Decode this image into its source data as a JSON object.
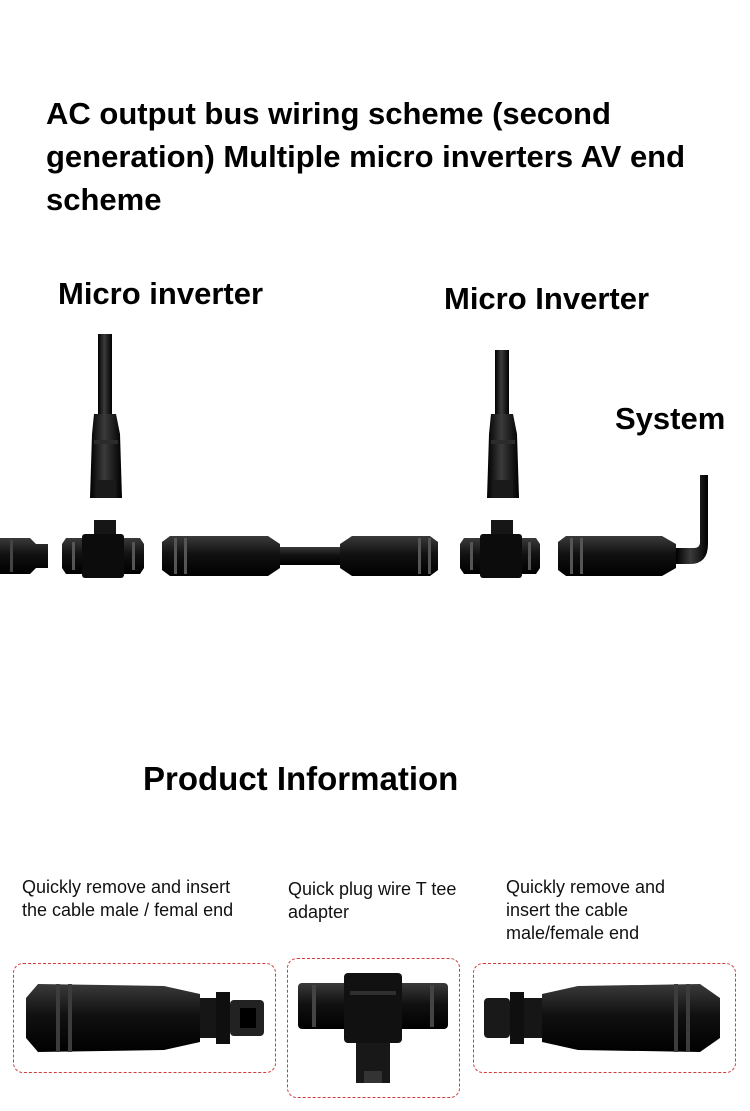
{
  "header": {
    "title": "AC output bus wiring scheme (second generation) Multiple micro inverters AV end scheme"
  },
  "diagram": {
    "label_left": "Micro inverter",
    "label_right": "Micro Inverter",
    "label_system": "System"
  },
  "product_info": {
    "title": "Product Information",
    "items": [
      {
        "caption": "Quickly remove and insert the cable male / femal end"
      },
      {
        "caption": "Quick plug wire T tee adapter"
      },
      {
        "caption": "Quickly remove and insert the cable male/female end"
      }
    ]
  },
  "colors": {
    "connector": "#111111",
    "frame": "#d23b3b"
  }
}
